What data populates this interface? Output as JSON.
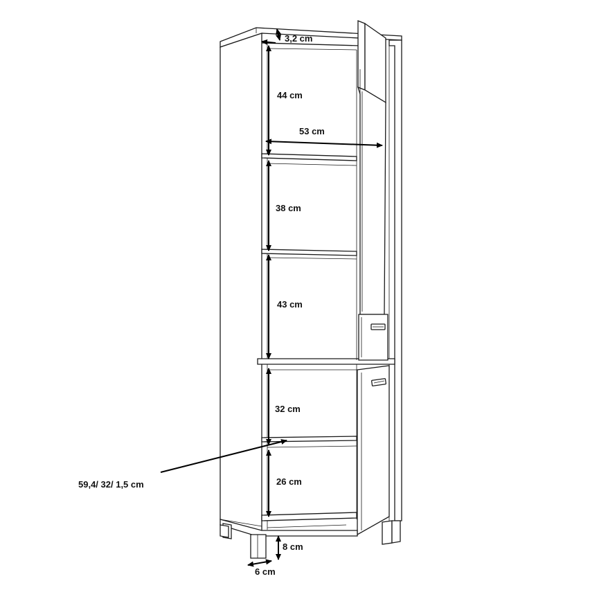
{
  "dimensions": {
    "top_panel": "3,2 cm",
    "shelf_1": "44 cm",
    "depth": "53 cm",
    "shelf_2": "38 cm",
    "shelf_3": "43 cm",
    "shelf_4": "32 cm",
    "shelf_board": "59,4/ 32/ 1,5 cm",
    "shelf_5": "26 cm",
    "leg_height": "8 cm",
    "leg_width": "6 cm"
  },
  "colors": {
    "line": "#1a1a1a",
    "arrow": "#000000",
    "background": "#ffffff"
  }
}
